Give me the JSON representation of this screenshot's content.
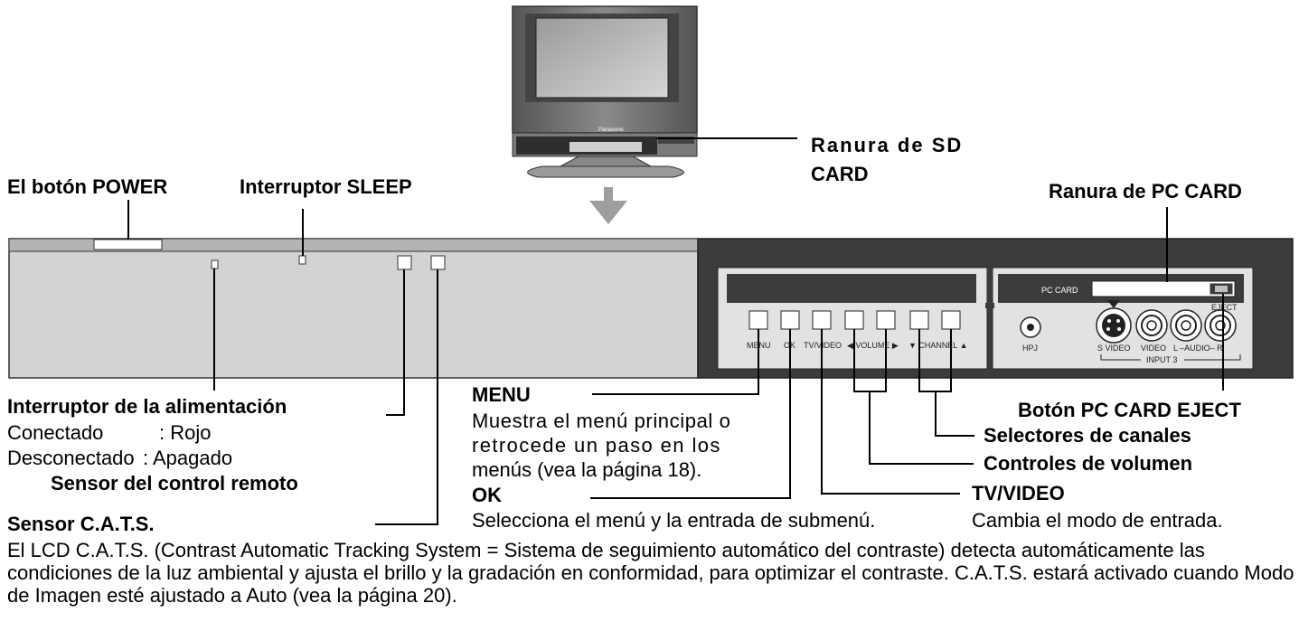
{
  "callouts": {
    "sd_slot": {
      "line1": "Ranura de SD",
      "line2": "CARD"
    },
    "power_button": "El botón POWER",
    "sleep_switch": "Interruptor SLEEP",
    "pc_card_slot": "Ranura de PC CARD",
    "power_indicator": {
      "title": "Interruptor de la alimentación",
      "row1_key": "Conectado",
      "row1_val": ": Rojo",
      "row2_key": "Desconectado",
      "row2_val": ": Apagado"
    },
    "remote_sensor": "Sensor del control remoto",
    "cats_sensor": "Sensor C.A.T.S.",
    "menu": {
      "title": "MENU",
      "desc1": "Muestra el menú principal o",
      "desc2": "retrocede un paso en los",
      "desc3": "menús (vea la página 18)."
    },
    "ok": {
      "title": "OK",
      "desc": "Selecciona el menú y la entrada de submenú."
    },
    "tv_video": {
      "title": "TV/VIDEO",
      "desc": "Cambia el modo de entrada."
    },
    "volume": "Controles de volumen",
    "channel": "Selectores de canales",
    "pc_card_eject": "Botón PC CARD EJECT"
  },
  "panel_labels": {
    "pc_card": "PC CARD",
    "eject": "EJECT",
    "menu": "MENU",
    "ok": "OK",
    "tv_video": "TV/VIDEO",
    "volume": "◀ VOLUME ▶",
    "channel": "▼ CHANNEL ▲",
    "hpj": "HPJ",
    "s_video": "S VIDEO",
    "video": "VIDEO",
    "audio": "L –AUDIO– R",
    "input3": "INPUT 3"
  },
  "tv_brand": "Panasonic",
  "description": "El LCD C.A.T.S. (Contrast Automatic Tracking System = Sistema de seguimiento automático del contraste) detecta automáticamente las condiciones de la luz ambiental y ajusta el brillo y la gradación en conformidad, para optimizar el contraste. C.A.T.S. estará activado cuando Modo de Imagen esté ajustado a Auto (vea la página 20)."
}
